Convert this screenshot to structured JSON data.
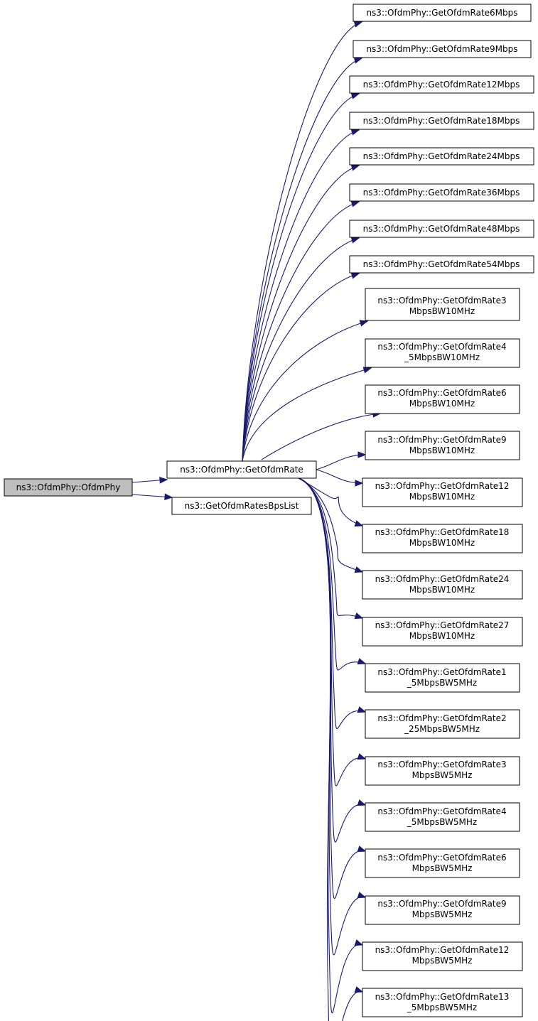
{
  "root": {
    "id": "ofdmphy",
    "lines": [
      "ns3::OfdmPhy::OfdmPhy"
    ]
  },
  "level1": [
    {
      "id": "getofdmrate",
      "lines": [
        "ns3::OfdmPhy::GetOfdmRate"
      ]
    },
    {
      "id": "getofdmratesbpslist",
      "lines": [
        "ns3::GetOfdmRatesBpsList"
      ]
    }
  ],
  "level2": [
    {
      "id": "r6",
      "lines": [
        "ns3::OfdmPhy::GetOfdmRate6Mbps"
      ]
    },
    {
      "id": "r9",
      "lines": [
        "ns3::OfdmPhy::GetOfdmRate9Mbps"
      ]
    },
    {
      "id": "r12",
      "lines": [
        "ns3::OfdmPhy::GetOfdmRate12Mbps"
      ]
    },
    {
      "id": "r18",
      "lines": [
        "ns3::OfdmPhy::GetOfdmRate18Mbps"
      ]
    },
    {
      "id": "r24",
      "lines": [
        "ns3::OfdmPhy::GetOfdmRate24Mbps"
      ]
    },
    {
      "id": "r36",
      "lines": [
        "ns3::OfdmPhy::GetOfdmRate36Mbps"
      ]
    },
    {
      "id": "r48",
      "lines": [
        "ns3::OfdmPhy::GetOfdmRate48Mbps"
      ]
    },
    {
      "id": "r54",
      "lines": [
        "ns3::OfdmPhy::GetOfdmRate54Mbps"
      ]
    },
    {
      "id": "r3bw10",
      "lines": [
        "ns3::OfdmPhy::GetOfdmRate3",
        "MbpsBW10MHz"
      ]
    },
    {
      "id": "r4_5bw10",
      "lines": [
        "ns3::OfdmPhy::GetOfdmRate4",
        "_5MbpsBW10MHz"
      ]
    },
    {
      "id": "r6bw10",
      "lines": [
        "ns3::OfdmPhy::GetOfdmRate6",
        "MbpsBW10MHz"
      ]
    },
    {
      "id": "r9bw10",
      "lines": [
        "ns3::OfdmPhy::GetOfdmRate9",
        "MbpsBW10MHz"
      ]
    },
    {
      "id": "r12bw10",
      "lines": [
        "ns3::OfdmPhy::GetOfdmRate12",
        "MbpsBW10MHz"
      ]
    },
    {
      "id": "r18bw10",
      "lines": [
        "ns3::OfdmPhy::GetOfdmRate18",
        "MbpsBW10MHz"
      ]
    },
    {
      "id": "r24bw10",
      "lines": [
        "ns3::OfdmPhy::GetOfdmRate24",
        "MbpsBW10MHz"
      ]
    },
    {
      "id": "r27bw10",
      "lines": [
        "ns3::OfdmPhy::GetOfdmRate27",
        "MbpsBW10MHz"
      ]
    },
    {
      "id": "r1_5bw5",
      "lines": [
        "ns3::OfdmPhy::GetOfdmRate1",
        "_5MbpsBW5MHz"
      ]
    },
    {
      "id": "r2_25bw5",
      "lines": [
        "ns3::OfdmPhy::GetOfdmRate2",
        "_25MbpsBW5MHz"
      ]
    },
    {
      "id": "r3bw5",
      "lines": [
        "ns3::OfdmPhy::GetOfdmRate3",
        "MbpsBW5MHz"
      ]
    },
    {
      "id": "r4_5bw5",
      "lines": [
        "ns3::OfdmPhy::GetOfdmRate4",
        "_5MbpsBW5MHz"
      ]
    },
    {
      "id": "r6bw5",
      "lines": [
        "ns3::OfdmPhy::GetOfdmRate6",
        "MbpsBW5MHz"
      ]
    },
    {
      "id": "r9bw5",
      "lines": [
        "ns3::OfdmPhy::GetOfdmRate9",
        "MbpsBW5MHz"
      ]
    },
    {
      "id": "r12bw5",
      "lines": [
        "ns3::OfdmPhy::GetOfdmRate12",
        "MbpsBW5MHz"
      ]
    },
    {
      "id": "r13_5bw5",
      "lines": [
        "ns3::OfdmPhy::GetOfdmRate13",
        "_5MbpsBW5MHz"
      ]
    }
  ],
  "edges": [
    [
      "ofdmphy",
      "getofdmrate"
    ],
    [
      "ofdmphy",
      "getofdmratesbpslist"
    ],
    [
      "getofdmrate",
      "r6"
    ],
    [
      "getofdmrate",
      "r9"
    ],
    [
      "getofdmrate",
      "r12"
    ],
    [
      "getofdmrate",
      "r18"
    ],
    [
      "getofdmrate",
      "r24"
    ],
    [
      "getofdmrate",
      "r36"
    ],
    [
      "getofdmrate",
      "r48"
    ],
    [
      "getofdmrate",
      "r54"
    ],
    [
      "getofdmrate",
      "r3bw10"
    ],
    [
      "getofdmrate",
      "r4_5bw10"
    ],
    [
      "getofdmrate",
      "r6bw10"
    ],
    [
      "getofdmrate",
      "r9bw10"
    ],
    [
      "getofdmrate",
      "r12bw10"
    ],
    [
      "getofdmrate",
      "r18bw10"
    ],
    [
      "getofdmrate",
      "r24bw10"
    ],
    [
      "getofdmrate",
      "r27bw10"
    ],
    [
      "getofdmrate",
      "r1_5bw5"
    ],
    [
      "getofdmrate",
      "r2_25bw5"
    ],
    [
      "getofdmrate",
      "r3bw5"
    ],
    [
      "getofdmrate",
      "r4_5bw5"
    ],
    [
      "getofdmrate",
      "r6bw5"
    ],
    [
      "getofdmrate",
      "r9bw5"
    ],
    [
      "getofdmrate",
      "r12bw5"
    ],
    [
      "getofdmrate",
      "r13_5bw5"
    ]
  ],
  "colors": {
    "edge": "#191970",
    "root_fill": "#bfbfbf",
    "node_fill": "#ffffff",
    "border": "#000000"
  }
}
